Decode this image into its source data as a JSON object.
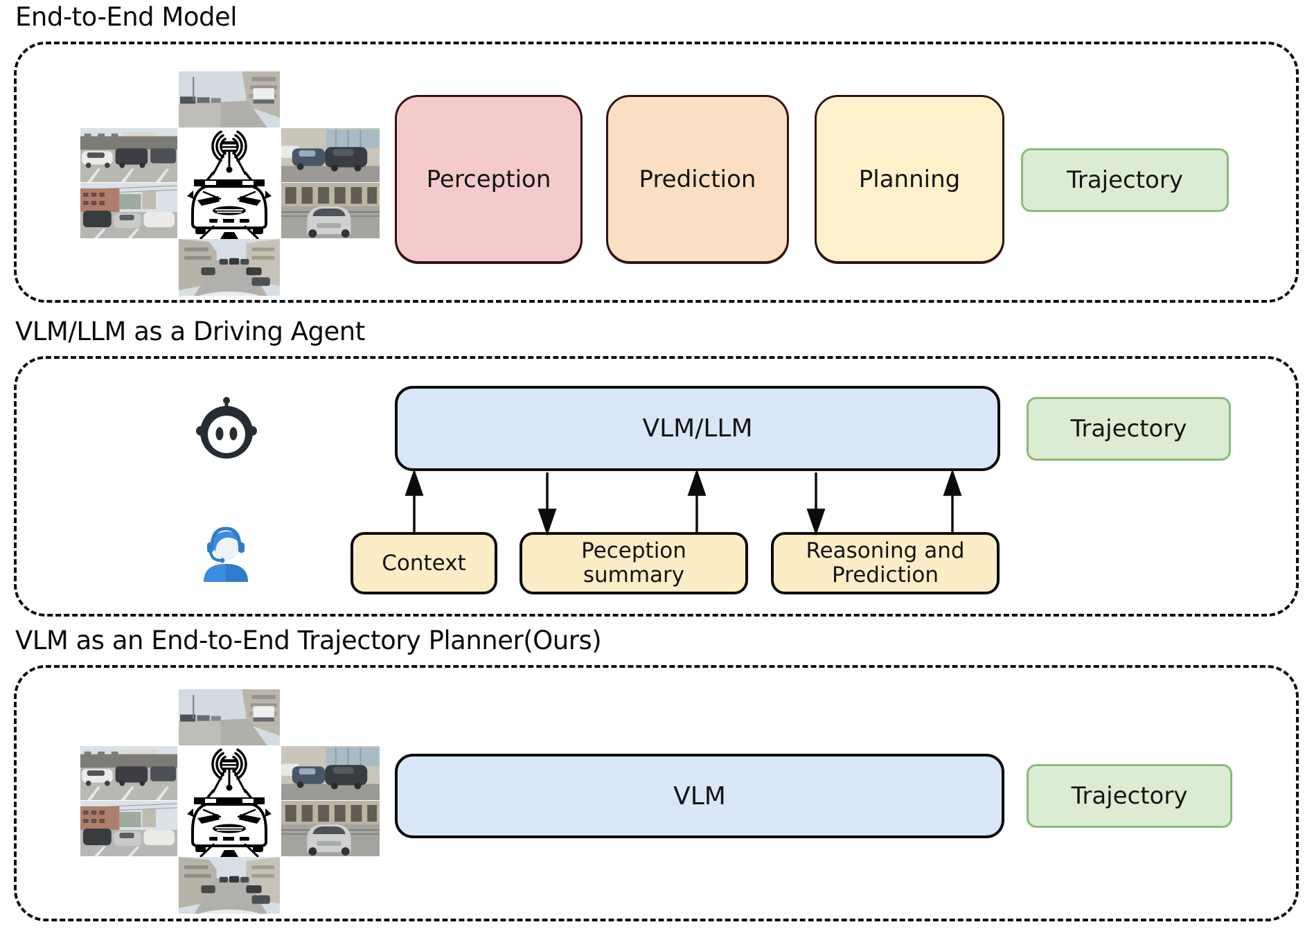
{
  "figure": {
    "kind": "autonomous-driving paradigm comparison diagram"
  },
  "colors": {
    "dashed_border": "#0c0c0c",
    "perception_fill": "#f4caca",
    "prediction_fill": "#fbdfc3",
    "planning_fill": "#fdf2cb",
    "stage_border": "#321313",
    "trajectory_fill": "#dcecd3",
    "trajectory_border": "#8cb97c",
    "model_fill": "#d9e6f7",
    "input_fill": "#fcedc6",
    "robot_icon": "#262c33",
    "agent_icon_blue": "#3b8de0"
  },
  "sections": [
    {
      "title": "End-to-End Model",
      "stages": [
        {
          "label": "Perception"
        },
        {
          "label": "Prediction"
        },
        {
          "label": "Planning"
        }
      ],
      "trajectory_label": "Trajectory"
    },
    {
      "title": "VLM/LLM as a Driving Agent",
      "model_label": "VLM/LLM",
      "inputs": [
        {
          "label": "Context"
        },
        {
          "label": "Peception\nsummary"
        },
        {
          "label": "Reasoning and\nPrediction"
        }
      ],
      "trajectory_label": "Trajectory"
    },
    {
      "title": "VLM as an End-to-End Trajectory Planner(Ours)",
      "model_label": "VLM",
      "trajectory_label": "Trajectory"
    }
  ],
  "icons": {
    "robot": "robot-icon",
    "human_agent": "support-agent-icon",
    "ego_vehicle": "ego-vehicle-lidar-icon",
    "cameras": [
      "front-camera-image",
      "front-left-camera-image",
      "back-left-camera-image",
      "front-right-camera-image",
      "back-right-camera-image",
      "back-camera-image"
    ]
  }
}
